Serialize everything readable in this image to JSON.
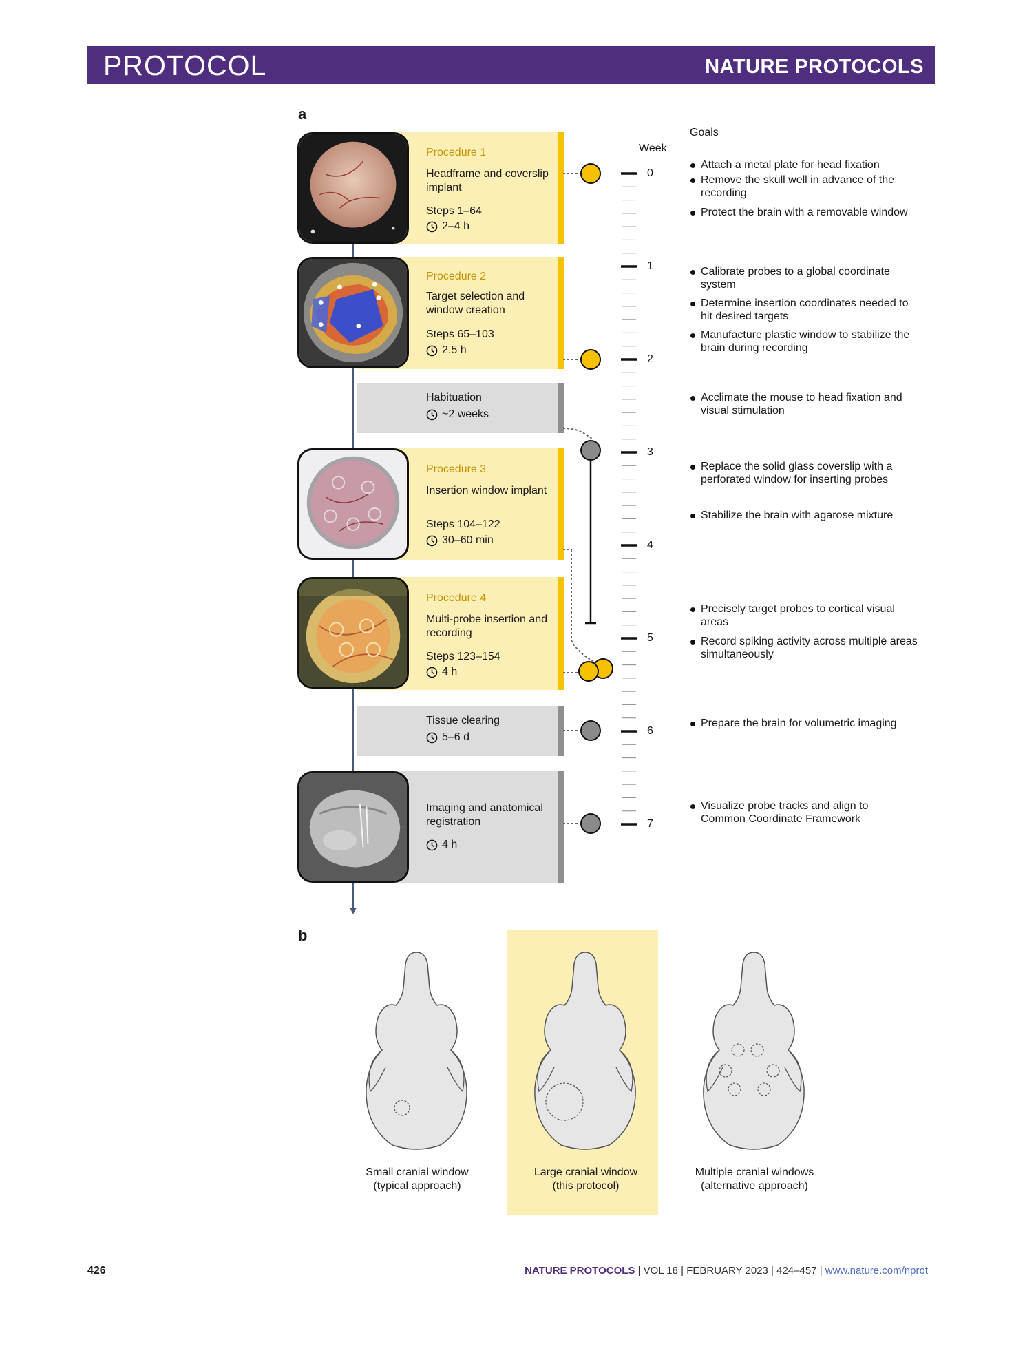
{
  "header": {
    "left": "PROTOCOL",
    "right": "NATURE PROTOCOLS"
  },
  "panel_a": {
    "letter": "a",
    "week_label": "Week",
    "week_ticks": [
      "0",
      "1",
      "2",
      "3",
      "4",
      "5",
      "6",
      "7"
    ],
    "goals_label": "Goals",
    "cards": [
      {
        "procedure": "Procedure 1",
        "title": "Headframe and coverslip implant",
        "steps": "Steps 1–64",
        "duration": "2–4 h"
      },
      {
        "procedure": "Procedure 2",
        "title": "Target selection and window creation",
        "steps": "Steps 65–103",
        "duration": "2.5 h"
      },
      {
        "title": "Habituation",
        "duration": "~2 weeks"
      },
      {
        "procedure": "Procedure 3",
        "title": "Insertion window implant",
        "steps": "Steps 104–122",
        "duration": "30–60 min"
      },
      {
        "procedure": "Procedure 4",
        "title": "Multi-probe insertion and recording",
        "steps": "Steps 123–154",
        "duration": "4 h"
      },
      {
        "title": "Tissue clearing",
        "duration": "5–6 d"
      },
      {
        "title": "Imaging and anatomical registration",
        "duration": "4 h"
      }
    ],
    "goals": [
      "Attach a metal plate for head fixation",
      "Remove the skull well in advance of the recording",
      "Protect the brain with a removable window",
      "Calibrate probes to a global coordinate system",
      "Determine insertion coordinates needed to hit desired targets",
      "Manufacture plastic window to stabilize the brain during recording",
      "Acclimate the mouse to head fixation and visual stimulation",
      "Replace the solid glass coverslip with a perforated window for inserting probes",
      "Stabilize the brain with agarose mixture",
      "Precisely target probes to cortical visual areas",
      "Record spiking activity across multiple areas simultaneously",
      "Prepare the brain for volumetric imaging",
      "Visualize probe tracks and align to Common Coordinate Framework"
    ],
    "colors": {
      "procedure_fill": "#fcefb6",
      "procedure_edge": "#f5c100",
      "marker_yellow": "#f5c100",
      "marker_gray": "#8a8a8a"
    }
  },
  "panel_b": {
    "letter": "b",
    "skulls": [
      {
        "caption_line1": "Small cranial window",
        "caption_line2": "(typical approach)"
      },
      {
        "caption_line1": "Large cranial window",
        "caption_line2": "(this protocol)"
      },
      {
        "caption_line1": "Multiple cranial windows",
        "caption_line2": "(alternative approach)"
      }
    ]
  },
  "footer": {
    "page": "426",
    "journal": "NATURE PROTOCOLS",
    "vol": "VOL 18",
    "date": "FEBRUARY 2023",
    "pages": "424–457",
    "url": "www.nature.com/nprot"
  }
}
